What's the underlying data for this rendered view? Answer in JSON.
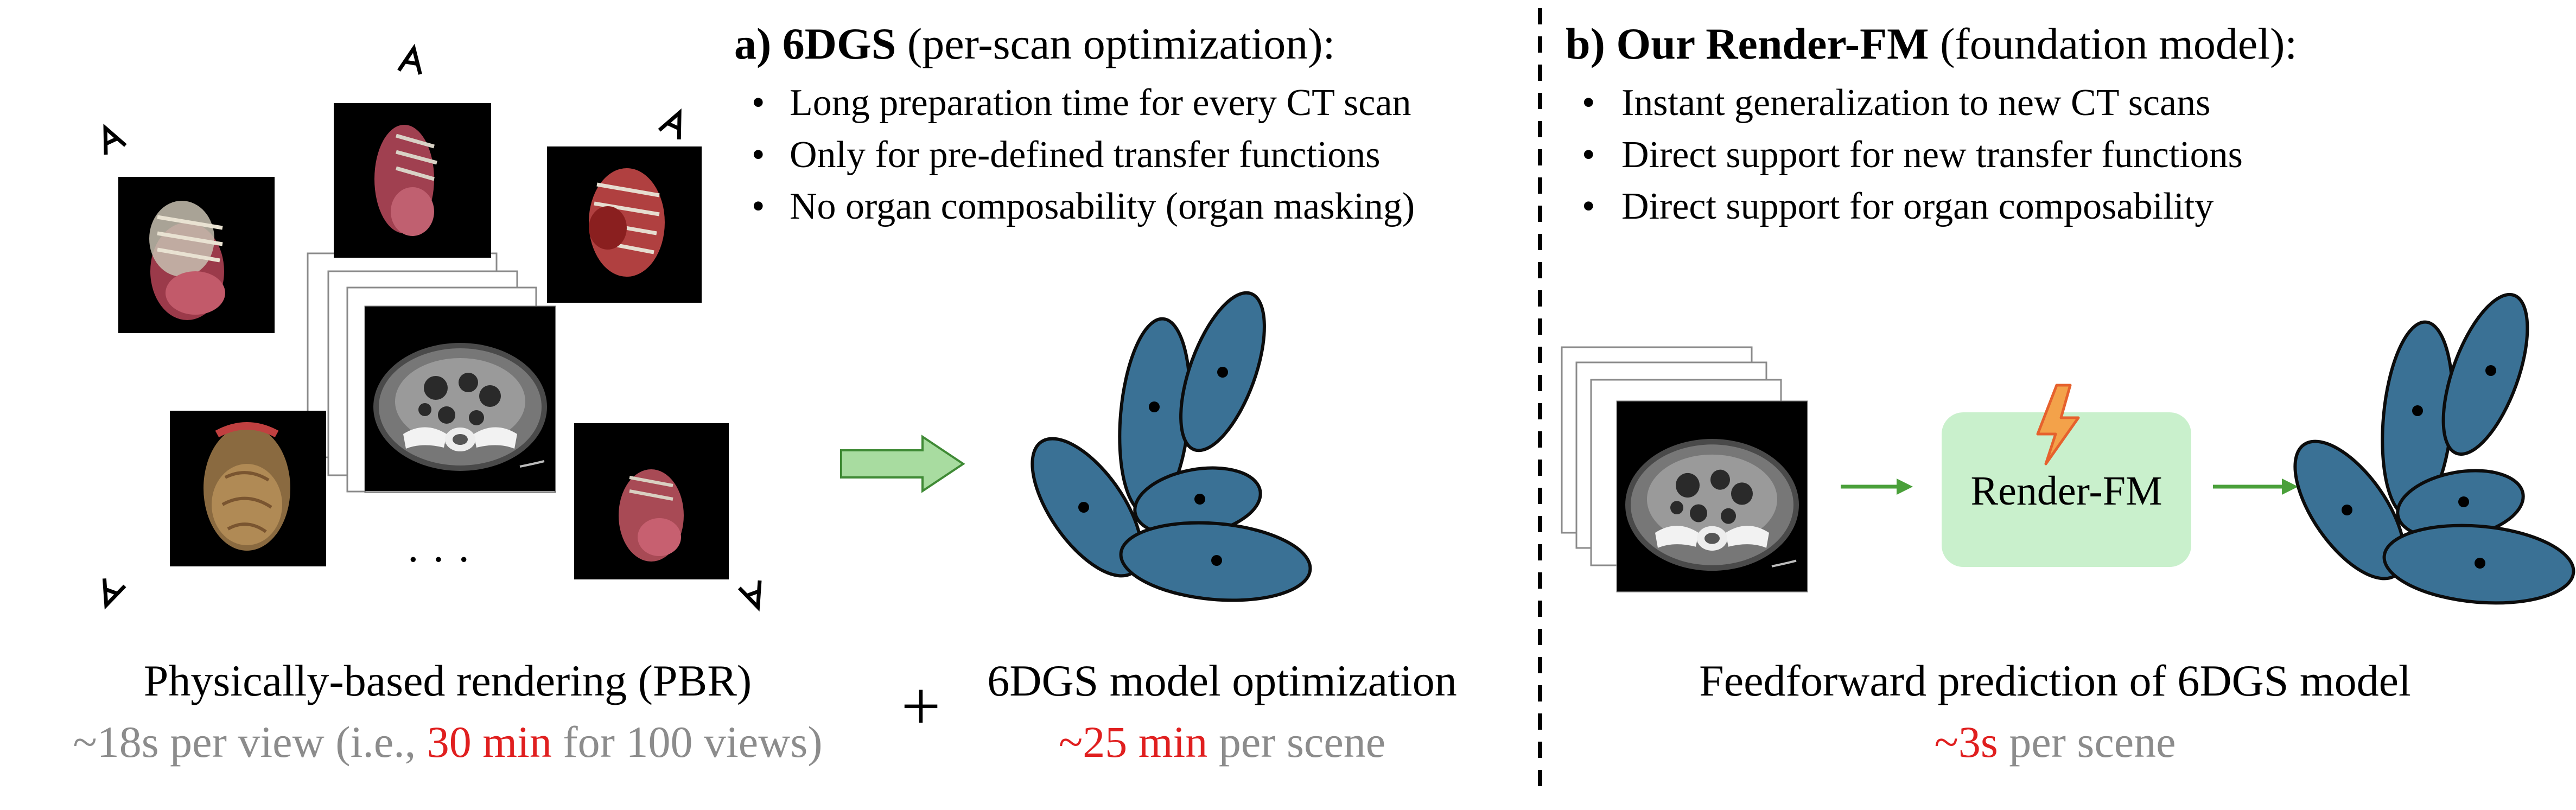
{
  "colors": {
    "gaussian_fill": "#3a7195",
    "gaussian_stroke": "#0c0c0c",
    "arrow_light_green": "#a8dca0",
    "arrow_green": "#4aa03a",
    "box_green": "#c9f0cc",
    "red_text": "#e01f1f",
    "gray_text": "#8c8c8c",
    "image_bg": "#000000"
  },
  "panel_a": {
    "heading_bold": "a) 6DGS",
    "heading_rest": " (per-scan optimization):",
    "bullets": [
      "Long preparation time for every CT scan",
      "Only for pre-defined transfer functions",
      "No organ composability (organ masking)"
    ],
    "pbr_caption": "Physically-based rendering (PBR)",
    "pbr_time_1": "~18s per view (i.e., ",
    "pbr_time_red": "30 min",
    "pbr_time_2": " for 100 views)",
    "plus": "+",
    "opt_caption": "6DGS model optimization",
    "opt_time_red": "~25 min",
    "opt_time_gray": " per scene",
    "ellipsis": "· · ·"
  },
  "panel_b": {
    "heading_bold": "b) Our Render-FM",
    "heading_rest": " (foundation model):",
    "bullets": [
      "Instant generalization to new CT scans",
      "Direct support for new transfer functions",
      "Direct support for organ composability"
    ],
    "model_label": "Render-FM",
    "caption": "Feedforward prediction of 6DGS model",
    "time_red": "~3s",
    "time_gray": " per scene"
  },
  "icons": [
    "camera-icon",
    "lightning-icon",
    "ct-scan-slice",
    "rendered-volume-view"
  ]
}
